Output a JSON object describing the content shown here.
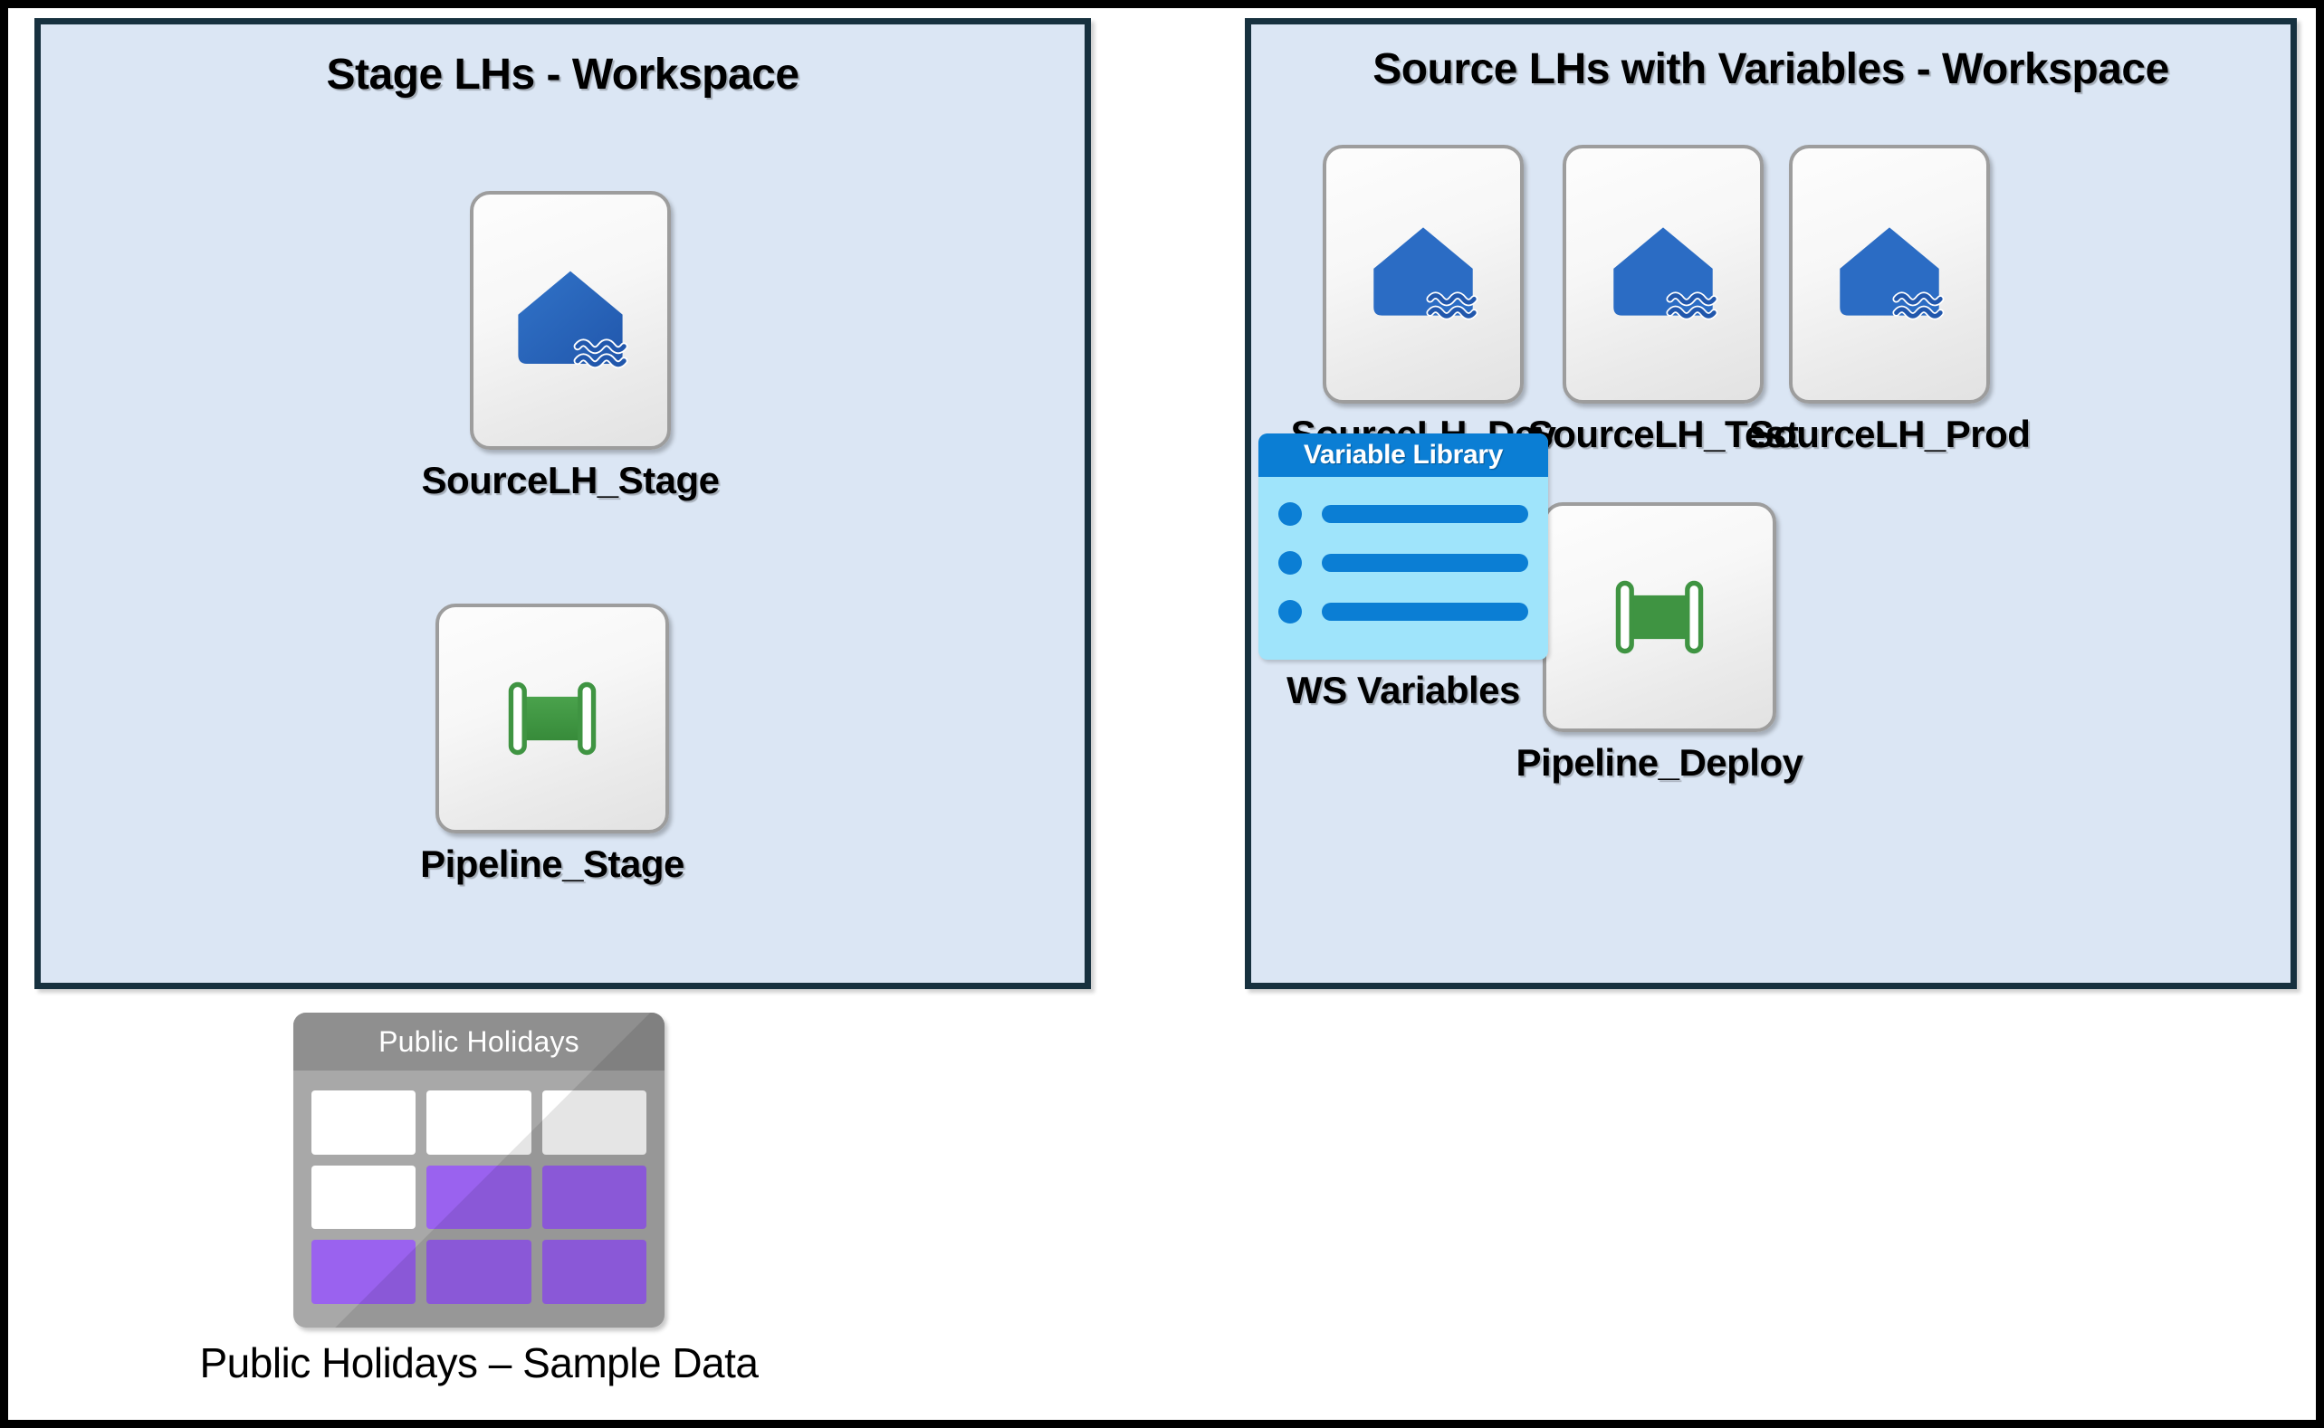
{
  "page": {
    "background": "#ffffff",
    "border_color": "#000000"
  },
  "theme": {
    "panel_fill": "#dbe6f4",
    "panel_border": "#17313f",
    "lakehouse_blue": "#2b6cc4",
    "pipeline_green": "#3f9442",
    "variable_blue": "#0b7ed4",
    "variable_body": "#9fe4fb",
    "table_gray": "#a8a8a8",
    "table_header_gray": "#8f8f8f",
    "table_purple": "#9a62ef",
    "tile_border": "#9d9d9d"
  },
  "panels": [
    {
      "id": "stage",
      "title": "Stage LHs - Workspace",
      "items": [
        {
          "id": "sourcelh-stage",
          "label": "SourceLH_Stage",
          "icon": "lakehouse-icon"
        },
        {
          "id": "pipeline-stage",
          "label": "Pipeline_Stage",
          "icon": "pipeline-icon"
        }
      ]
    },
    {
      "id": "source",
      "title": "Source LHs with Variables - Workspace",
      "items": [
        {
          "id": "sourcelh-dev",
          "label": "SourceLH_Dev",
          "icon": "lakehouse-icon"
        },
        {
          "id": "sourcelh-test",
          "label": "SourceLH_Test",
          "icon": "lakehouse-icon"
        },
        {
          "id": "sourcelh-prod",
          "label": "SourceLH_Prod",
          "icon": "lakehouse-icon"
        },
        {
          "id": "pipeline-deploy",
          "label": "Pipeline_Deploy",
          "icon": "pipeline-icon"
        },
        {
          "id": "ws-variables",
          "label": "WS Variables",
          "icon": "variable-library-icon",
          "card_title": "Variable Library",
          "row_count": 3
        }
      ]
    }
  ],
  "standalone": {
    "id": "public-holidays",
    "label": "Public Holidays – Sample Data",
    "icon": "table-icon",
    "card_title": "Public Holidays",
    "grid": [
      [
        "white",
        "white",
        "white"
      ],
      [
        "white",
        "purple",
        "purple"
      ],
      [
        "purple",
        "purple",
        "purple"
      ]
    ]
  }
}
